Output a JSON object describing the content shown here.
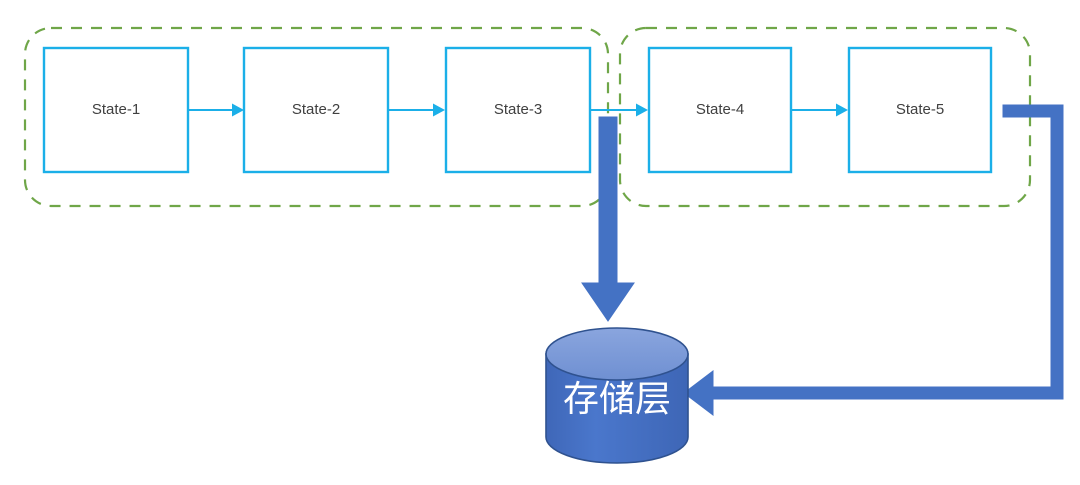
{
  "diagram": {
    "title": "State pipeline with storage layer",
    "colors": {
      "state_box_border": "#1BAFE8",
      "state_box_fill": "#FFFFFF",
      "state_text": "#404040",
      "group_border": "#6FA648",
      "thin_arrow": "#1BAFE8",
      "thick_arrow": "#4472C4",
      "cylinder_body": "#4472C4",
      "cylinder_top": "#7B9AD8",
      "cylinder_outline": "#2F528F",
      "cylinder_text": "#FFFFFF",
      "background": "#FFFFFF"
    },
    "groups": [
      {
        "id": "group-1",
        "label": "",
        "contains": [
          "State-1",
          "State-2",
          "State-3"
        ]
      },
      {
        "id": "group-2",
        "label": "",
        "contains": [
          "State-4",
          "State-5"
        ]
      }
    ],
    "states": [
      {
        "id": "state-1",
        "label": "State-1"
      },
      {
        "id": "state-2",
        "label": "State-2"
      },
      {
        "id": "state-3",
        "label": "State-3"
      },
      {
        "id": "state-4",
        "label": "State-4"
      },
      {
        "id": "state-5",
        "label": "State-5"
      }
    ],
    "storage": {
      "id": "storage-layer",
      "label": "存储层"
    },
    "connections": [
      {
        "id": "conn-1-2",
        "from": "State-1",
        "to": "State-2",
        "style": "thin-arrow"
      },
      {
        "id": "conn-2-3",
        "from": "State-2",
        "to": "State-3",
        "style": "thin-arrow"
      },
      {
        "id": "conn-3-4",
        "from": "State-3",
        "to": "State-4",
        "style": "thin-arrow"
      },
      {
        "id": "conn-4-5",
        "from": "State-4",
        "to": "State-5",
        "style": "thin-arrow"
      },
      {
        "id": "conn-pipeline-storage",
        "from": "State-3",
        "to": "存储层",
        "style": "thick-arrow-down"
      },
      {
        "id": "conn-state5-storage",
        "from": "State-5",
        "to": "存储层",
        "style": "thick-arrow-elbow"
      }
    ]
  }
}
